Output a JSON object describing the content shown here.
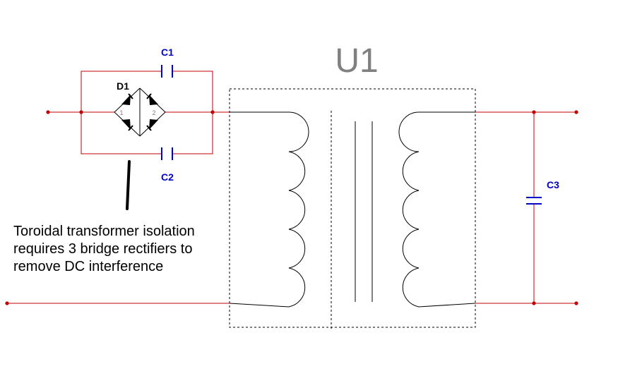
{
  "labels": {
    "u1": "U1",
    "c1": "C1",
    "c2": "C2",
    "c3": "C3",
    "d1": "D1",
    "d1_pin1": "1",
    "d1_pin2": "2"
  },
  "caption": [
    "Toroidal transformer isolation",
    "requires 3 bridge rectifiers to",
    "remove DC interference"
  ],
  "colors": {
    "wire": "#c00000",
    "capacitor": "#0000c8",
    "component": "#000000",
    "u1_label": "#808080",
    "pin_number": "#808080"
  }
}
